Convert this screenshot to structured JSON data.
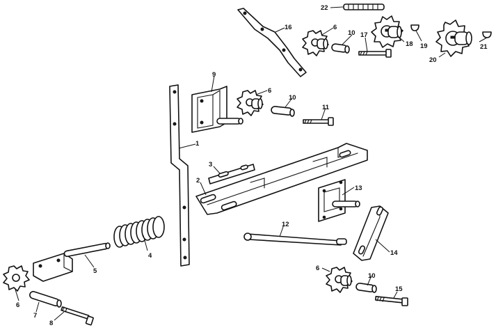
{
  "figure": {
    "style": "exploded parts diagram, black line art on white",
    "callouts": [
      {
        "id": "c1",
        "label": "1",
        "part": "vertical support bar"
      },
      {
        "id": "c2",
        "label": "2",
        "part": "long side frame channel"
      },
      {
        "id": "c3",
        "label": "3",
        "part": "short slotted strap"
      },
      {
        "id": "c4",
        "label": "4",
        "part": "coil spring"
      },
      {
        "id": "c5",
        "label": "5",
        "part": "bracket with shaft"
      },
      {
        "id": "c6a",
        "label": "6",
        "part": "idler sprocket (top)"
      },
      {
        "id": "c6b",
        "label": "6",
        "part": "idler sprocket (upper middle)"
      },
      {
        "id": "c6c",
        "label": "6",
        "part": "idler sprocket (lower left)"
      },
      {
        "id": "c6d",
        "label": "6",
        "part": "idler sprocket (lower right)"
      },
      {
        "id": "c7",
        "label": "7",
        "part": "bushing"
      },
      {
        "id": "c8",
        "label": "8",
        "part": "bolt"
      },
      {
        "id": "c9",
        "label": "9",
        "part": "sprocket mounting bracket"
      },
      {
        "id": "c10a",
        "label": "10",
        "part": "bushing (top)"
      },
      {
        "id": "c10b",
        "label": "10",
        "part": "bushing (middle)"
      },
      {
        "id": "c10c",
        "label": "10",
        "part": "bushing (lower right)"
      },
      {
        "id": "c11",
        "label": "11",
        "part": "bolt"
      },
      {
        "id": "c12",
        "label": "12",
        "part": "tension rod"
      },
      {
        "id": "c13",
        "label": "13",
        "part": "plate with stud"
      },
      {
        "id": "c14",
        "label": "14",
        "part": "pivot arm"
      },
      {
        "id": "c15",
        "label": "15",
        "part": "bolt"
      },
      {
        "id": "c16",
        "label": "16",
        "part": "chain guide"
      },
      {
        "id": "c17",
        "label": "17",
        "part": "bolt"
      },
      {
        "id": "c18",
        "label": "18",
        "part": "drive sprocket"
      },
      {
        "id": "c19",
        "label": "19",
        "part": "woodruff key"
      },
      {
        "id": "c20",
        "label": "20",
        "part": "large drive sprocket"
      },
      {
        "id": "c21",
        "label": "21",
        "part": "woodruff key"
      },
      {
        "id": "c22",
        "label": "22",
        "part": "roller chain"
      }
    ]
  }
}
